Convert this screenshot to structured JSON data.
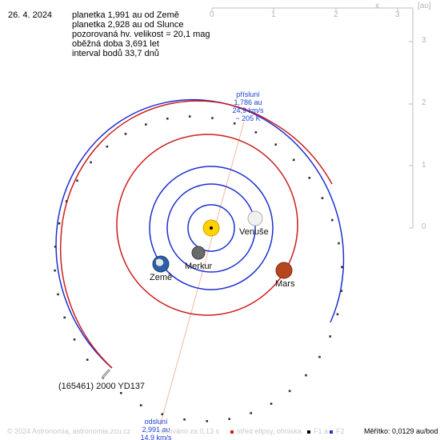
{
  "date": "26. 4. 2024",
  "info_lines": [
    "planetka 1,991 au od Země",
    "planetka 2,928 au od Slunce",
    "pozorovaná hv. velikost = 20,1 mag",
    "oběžná doba 3,691 let",
    "interval bodů 33,7 dnů"
  ],
  "axes": {
    "x_label": "x",
    "unit_label": "[au]",
    "x_ticks": [
      "0",
      "1",
      "2",
      "3"
    ],
    "y_ticks": [
      "3",
      "2",
      "1",
      "0"
    ]
  },
  "bodies": {
    "venus": "Venuše",
    "mercury": "Merkur",
    "earth": "Země",
    "mars": "Mars",
    "asteroid": "(165461) 2000 YD137"
  },
  "perihelion": [
    "přísluní",
    "1,786 au",
    "24,9 km/s",
    "~ 205 K"
  ],
  "aphelion": [
    "odsluní",
    "2,991 au",
    "14,9 km/s"
  ],
  "footer": {
    "copyright": "© 2024 Astronomia, astronomia.zcu.cz",
    "rendered": "rovováno za 0,13 s",
    "legend_center": "střed elipsy, ohniska",
    "legend_f1": "F1 a",
    "legend_f2": "F2",
    "scale": "Měřítko: 0,0129 au/bod"
  },
  "colors": {
    "orbit_planet": "#1c2fd0",
    "orbit_asteroid": "#cc1d1d",
    "orbit_asteroid_far": "#1c2fd0",
    "apse_line": "#f4b8a0",
    "sun": "#ffd200",
    "mars": "#b5461f",
    "axis": "#bdbdbd"
  }
}
